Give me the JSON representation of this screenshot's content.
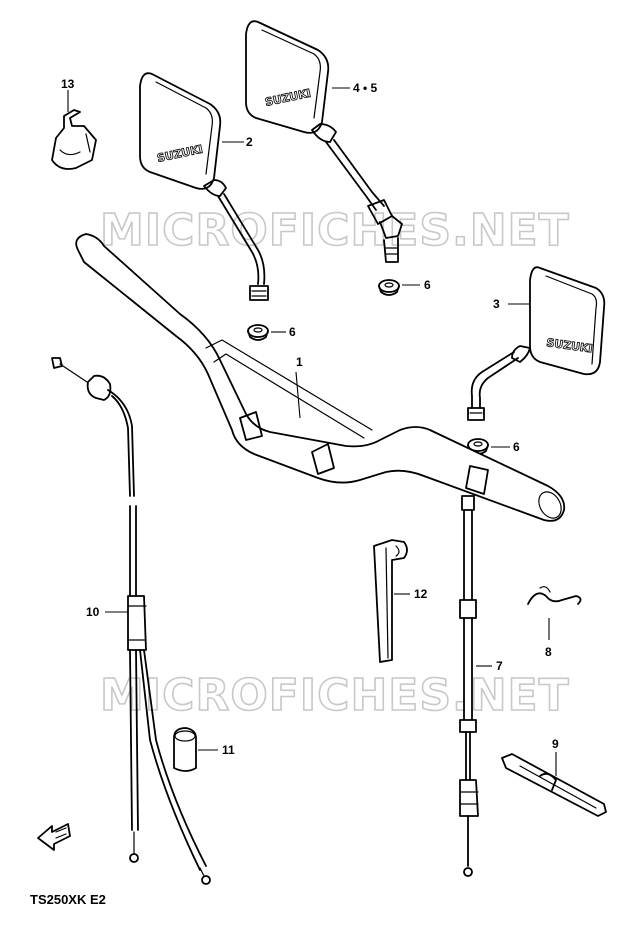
{
  "watermark": "MICROFICHES.NET",
  "diagram_code": "TS250XK E2",
  "mirror_brand": "SUZUKI",
  "callouts": {
    "handlebar": "1",
    "mirror_left": "2",
    "mirror_right": "3",
    "mirror_set": "4 • 5",
    "nut_a": "6",
    "nut_b": "6",
    "nut_c": "6",
    "clutch_cable": "7",
    "clip": "8",
    "band": "9",
    "throttle_cable": "10",
    "cap": "11",
    "holder": "12",
    "clamp": "13"
  }
}
